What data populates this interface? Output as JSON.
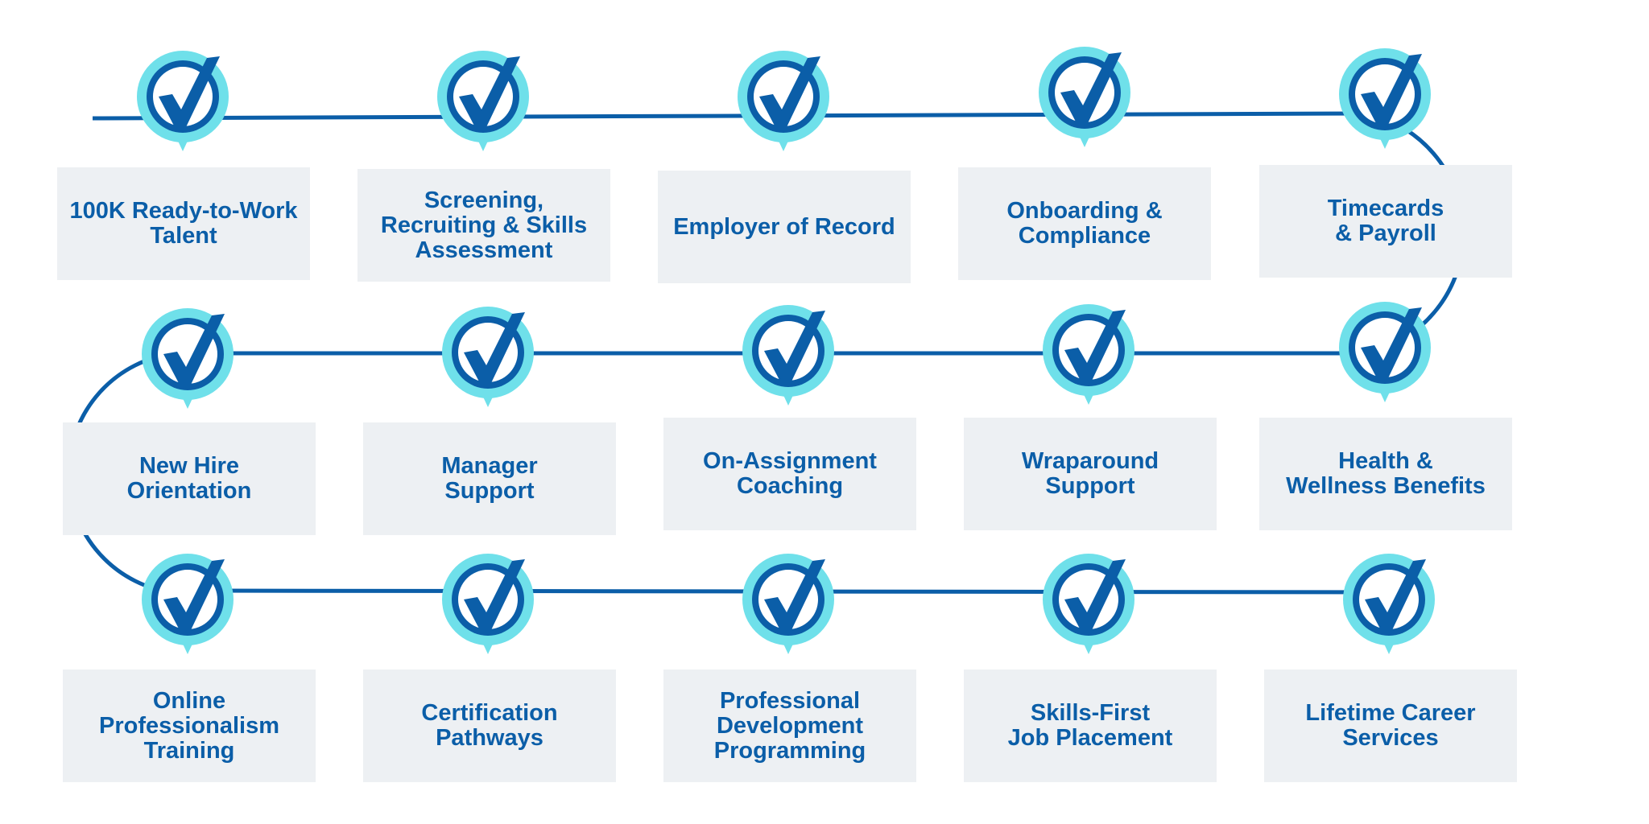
{
  "colors": {
    "line": "#0b5ea8",
    "pin_outer": "#6fe0ea",
    "pin_ring": "#0b5ea8",
    "pin_inner": "#ffffff",
    "check": "#0b5ea8",
    "box_bg": "#edf0f3",
    "text": "#0b5ea8"
  },
  "icons": {
    "milestone": "check-circle-pin-icon"
  },
  "steps": [
    {
      "label": "100K Ready-to-Work\nTalent"
    },
    {
      "label": "Screening,\nRecruiting & Skills\nAssessment"
    },
    {
      "label": "Employer of Record"
    },
    {
      "label": "Onboarding &\nCompliance"
    },
    {
      "label": "Timecards\n& Payroll"
    },
    {
      "label": "Health &\nWellness Benefits"
    },
    {
      "label": "Wraparound\nSupport"
    },
    {
      "label": "On-Assignment\nCoaching"
    },
    {
      "label": "Manager\nSupport"
    },
    {
      "label": "New Hire\nOrientation"
    },
    {
      "label": "Online\nProfessionalism\nTraining"
    },
    {
      "label": "Certification\nPathways"
    },
    {
      "label": "Professional\nDevelopment\nProgramming"
    },
    {
      "label": "Skills-First\nJob Placement"
    },
    {
      "label": "Lifetime Career\nServices"
    }
  ]
}
